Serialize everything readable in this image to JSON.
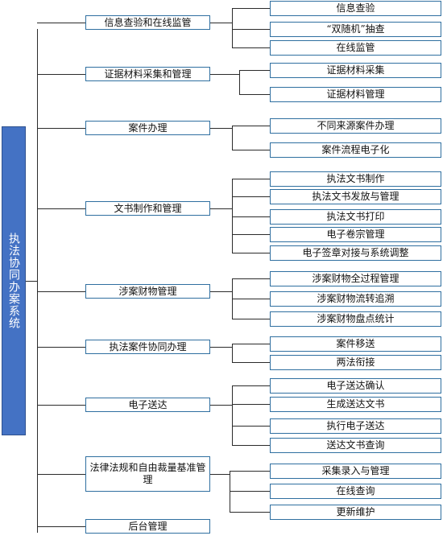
{
  "root": {
    "label": "执法协同办案系统"
  },
  "sections": [
    {
      "label": "信息查验和在线监管",
      "children": [
        "信息查验",
        "“双随机”抽查",
        "在线监管"
      ]
    },
    {
      "label": "证据材料采集和管理",
      "children": [
        "证据材料采集",
        "证据材料管理"
      ]
    },
    {
      "label": "案件办理",
      "children": [
        "不同来源案件办理",
        "案件流程电子化"
      ]
    },
    {
      "label": "文书制作和管理",
      "children": [
        "执法文书制作",
        "执法文书发放与管理",
        "执法文书打印",
        "电子卷宗管理",
        "电子签章对接与系统调整"
      ]
    },
    {
      "label": "涉案财物管理",
      "children": [
        "涉案财物全过程管理",
        "涉案财物流转追溯",
        "涉案财物盘点统计"
      ]
    },
    {
      "label": "执法案件协同办理",
      "children": [
        "案件移送",
        "两法衔接"
      ]
    },
    {
      "label": "电子送达",
      "children": [
        "电子送达确认",
        "生成送达文书",
        "执行电子送达",
        "送达文书查询"
      ]
    },
    {
      "label": "法律法规和自由裁量基准管理",
      "children": [
        "采集录入与管理",
        "在线查询",
        "更新维护"
      ]
    },
    {
      "label": "后台管理",
      "children": []
    }
  ]
}
